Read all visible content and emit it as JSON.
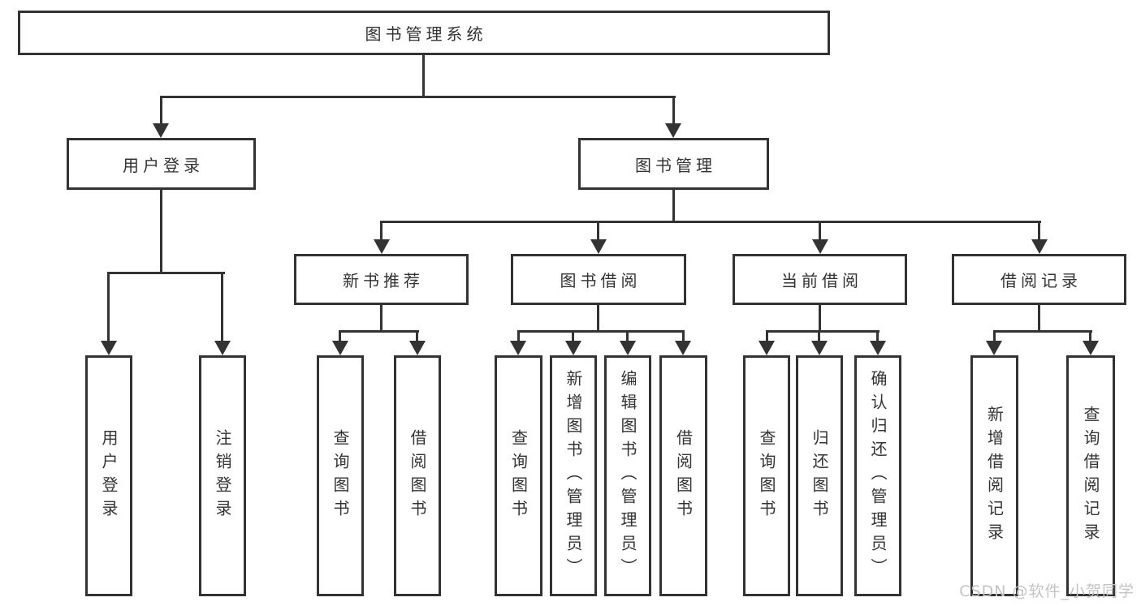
{
  "diagram": {
    "title": "图书管理系统",
    "branches": [
      {
        "label": "用户登录",
        "children": [
          {
            "label": "用户登录"
          },
          {
            "label": "注销登录"
          }
        ]
      },
      {
        "label": "图书管理",
        "children": [
          {
            "label": "新书推荐",
            "children": [
              {
                "label": "查询图书"
              },
              {
                "label": "借阅图书"
              }
            ]
          },
          {
            "label": "图书借阅",
            "children": [
              {
                "label": "查询图书"
              },
              {
                "label": "新增图书（管理员）"
              },
              {
                "label": "编辑图书（管理员）"
              },
              {
                "label": "借阅图书"
              }
            ]
          },
          {
            "label": "当前借阅",
            "children": [
              {
                "label": "查询图书"
              },
              {
                "label": "归还图书"
              },
              {
                "label": "确认归还（管理员）"
              }
            ]
          },
          {
            "label": "借阅记录",
            "children": [
              {
                "label": "新增借阅记录"
              },
              {
                "label": "查询借阅记录"
              }
            ]
          }
        ]
      }
    ]
  },
  "watermark": {
    "text": "CSDN @软件_小贺同学"
  },
  "colors": {
    "line": "#333333",
    "text": "#333333",
    "watermark": "#c3c3c3",
    "background": "#ffffff"
  }
}
